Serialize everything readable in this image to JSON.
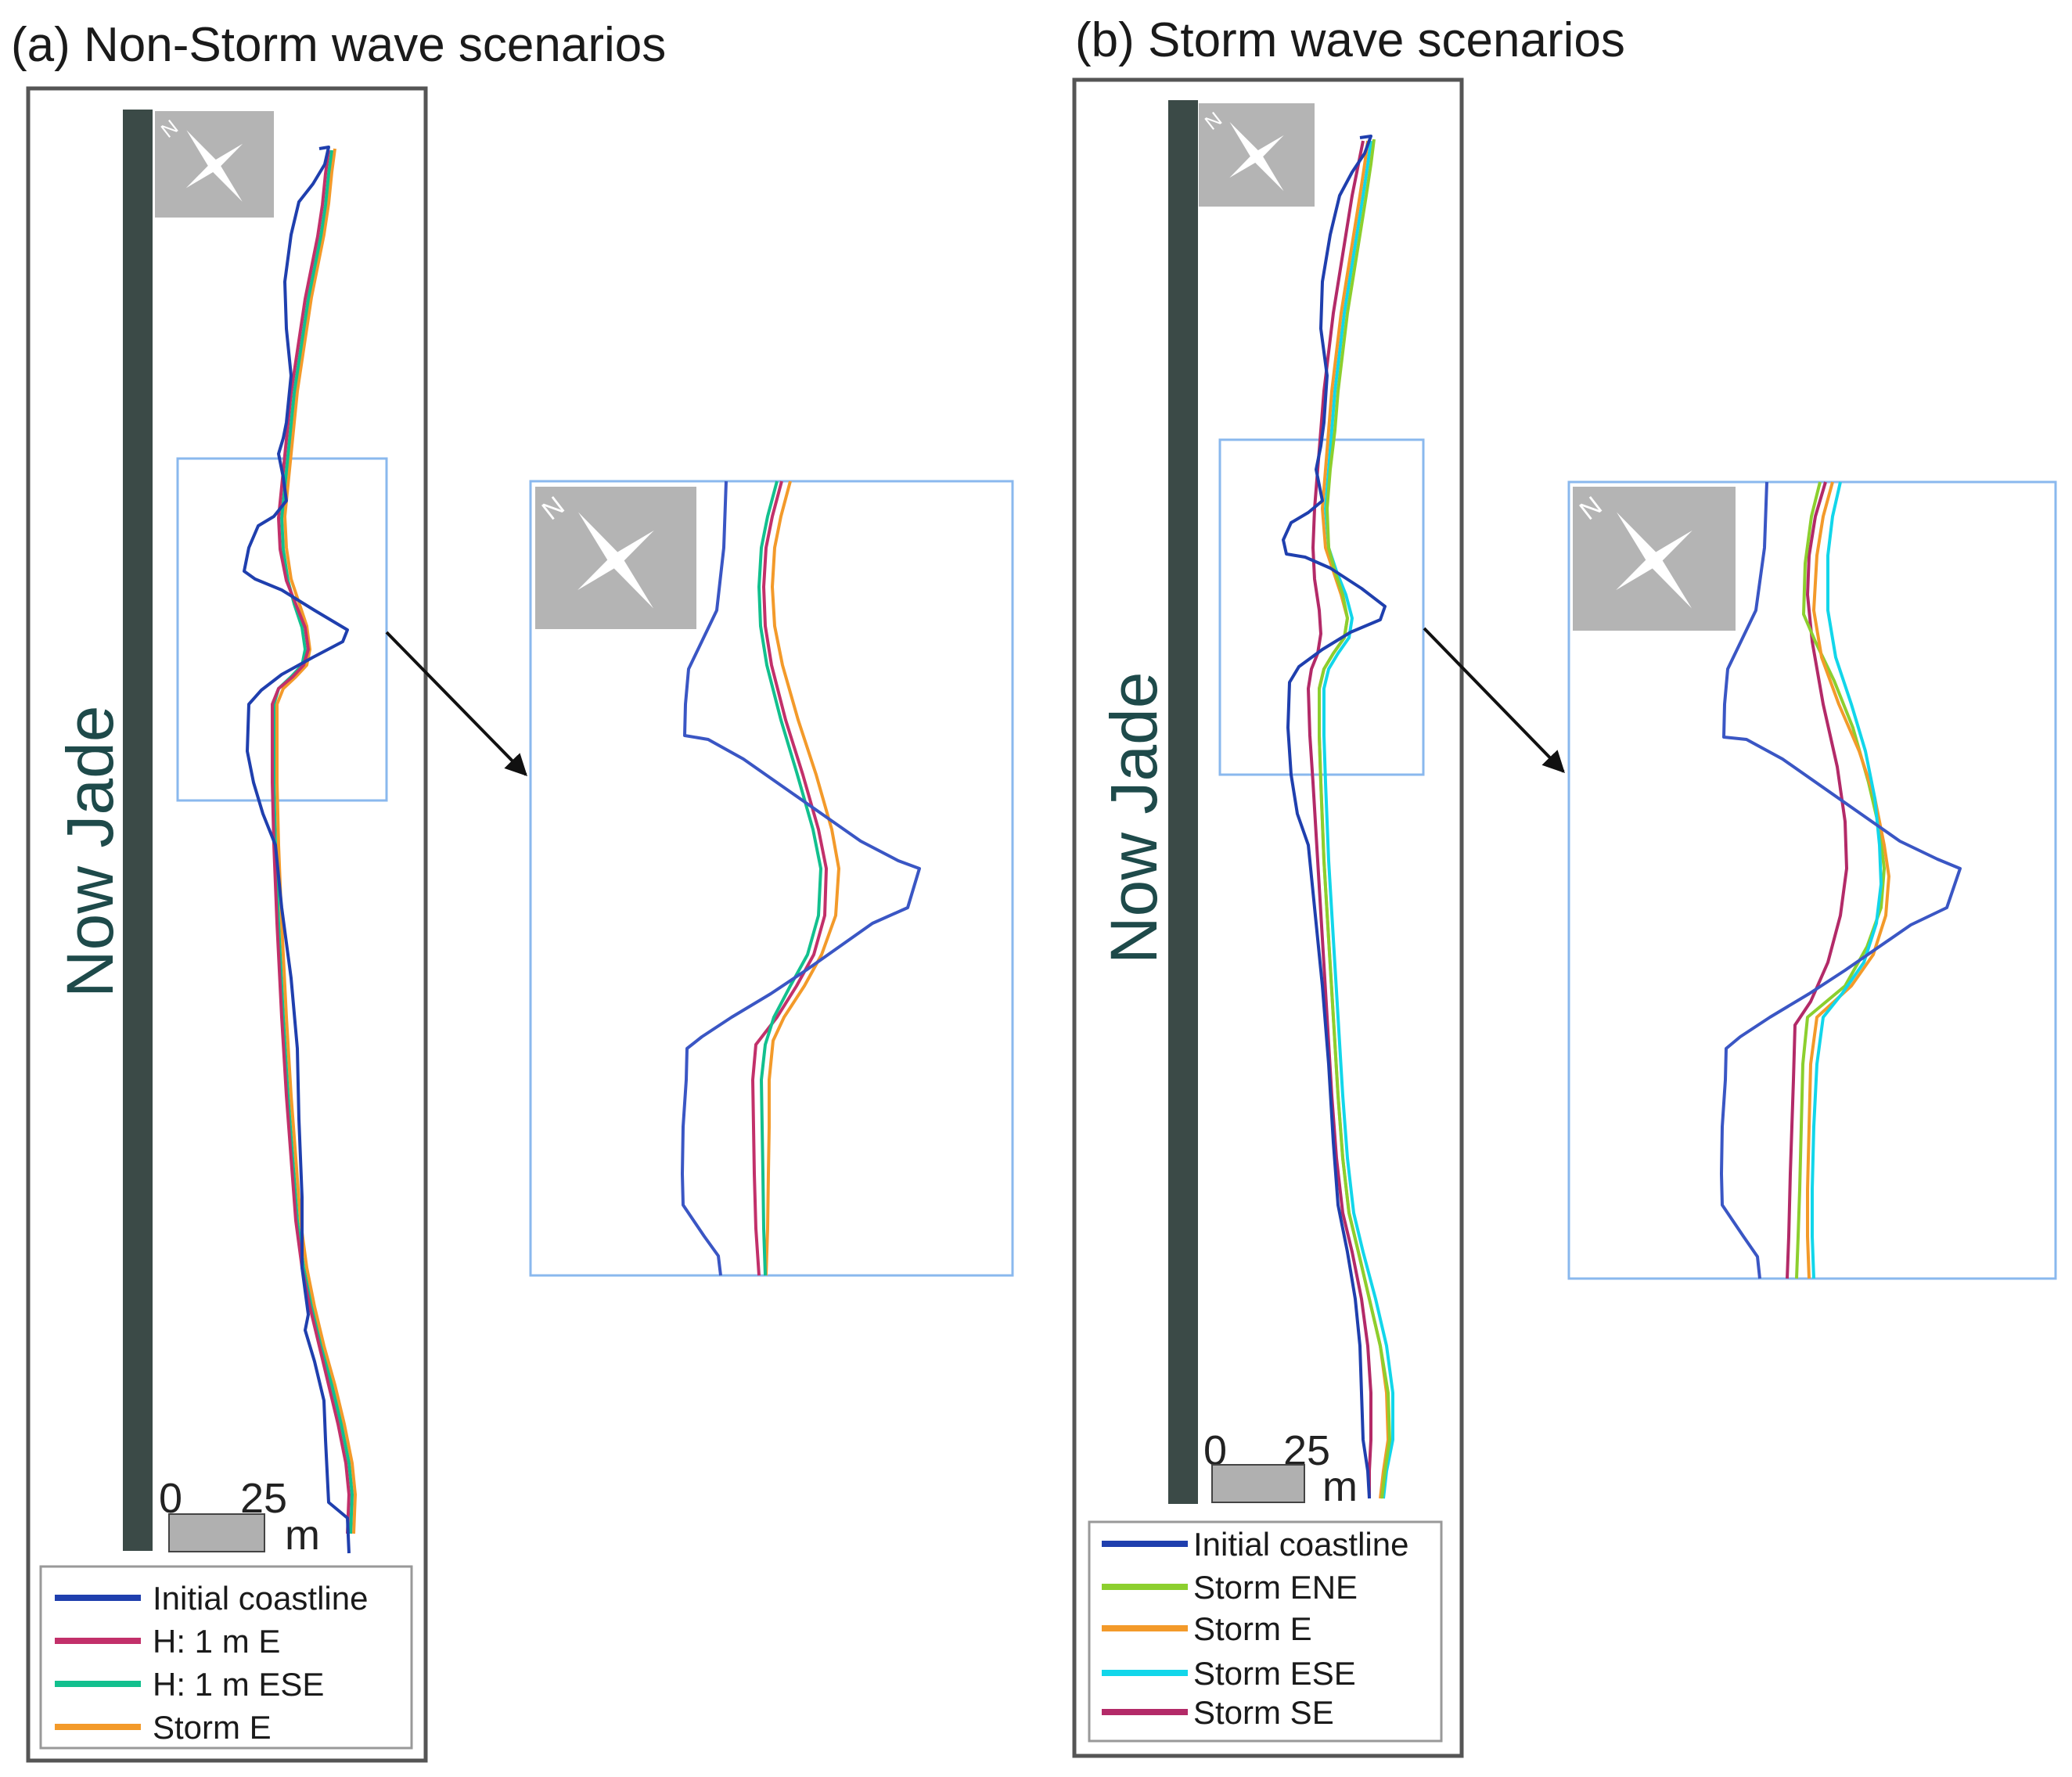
{
  "panels": [
    {
      "id": "a",
      "title": "(a) Non-Storm wave scenarios",
      "region_label": "Now Jade",
      "scale": {
        "start": "0",
        "end": "25",
        "unit": "m"
      },
      "legend": [
        {
          "label": "Initial coastline",
          "color": "#1f3fae"
        },
        {
          "label": "H: 1 m E",
          "color": "#c2306a"
        },
        {
          "label": "H: 1 m ESE",
          "color": "#12c08e"
        },
        {
          "label": "Storm E",
          "color": "#f39a2a"
        }
      ]
    },
    {
      "id": "b",
      "title": "(b) Storm wave scenarios",
      "region_label": "Now Jade",
      "scale": {
        "start": "0",
        "end": "25",
        "unit": "m"
      },
      "legend": [
        {
          "label": "Initial coastline",
          "color": "#1f3fae"
        },
        {
          "label": "Storm ENE",
          "color": "#8ccf2e"
        },
        {
          "label": "Storm E",
          "color": "#f39a2a"
        },
        {
          "label": "Storm ESE",
          "color": "#12d6ea"
        },
        {
          "label": "Storm SE",
          "color": "#b32a68"
        }
      ]
    }
  ],
  "icons": {
    "north_arrow": "north-arrow-icon",
    "zoom_arrow": "zoom-arrow-icon"
  }
}
